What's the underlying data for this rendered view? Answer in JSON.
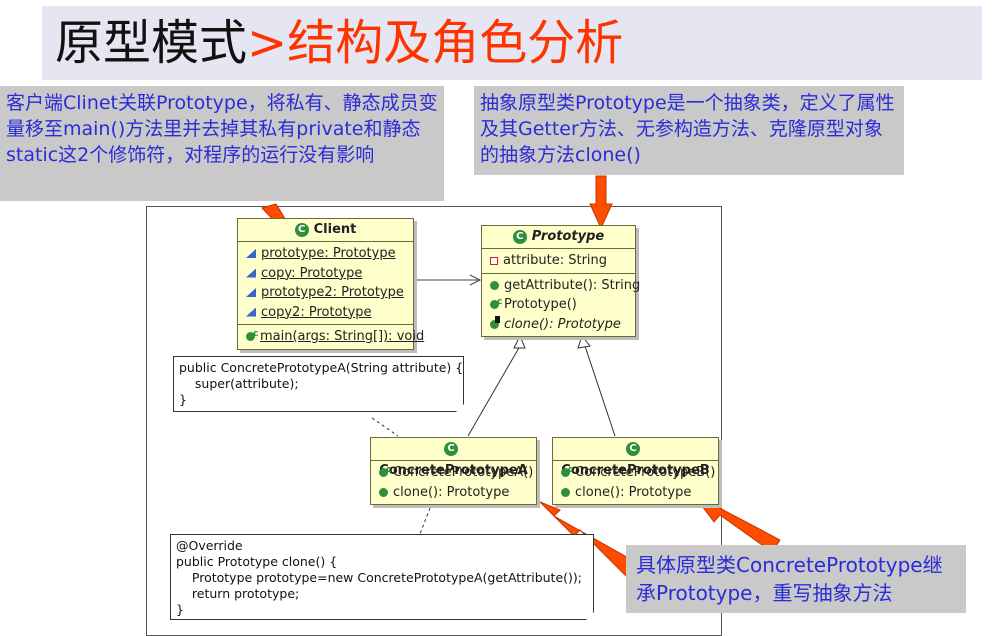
{
  "title": {
    "part1": "原型模式",
    "part2": ">结构及角色分析"
  },
  "callouts": {
    "left": "客户端Clinet关联Prototype，将私有、静态成员变量移至main()方法里并去掉其私有private和静态static这2个修饰符，对程序的运行没有影响",
    "top": "抽象原型类Prototype是一个抽象类，定义了属性及其Getter方法、无参构造方法、克隆原型对象的抽象方法clone()",
    "bottom": "具体原型类ConcretePrototype继承Prototype，重写抽象方法"
  },
  "classes": {
    "client": {
      "name": "Client",
      "fields": [
        "prototype: Prototype",
        "copy: Prototype",
        "prototype2: Prototype",
        "copy2: Prototype"
      ],
      "method": "main(args: String[]): void"
    },
    "prototype": {
      "name": "Prototype",
      "field": "attribute: String",
      "methods": [
        "getAttribute(): String",
        "Prototype()",
        "clone(): Prototype"
      ]
    },
    "concreteA": {
      "name": "ConcretePrototypeA",
      "methods": [
        "ConcretePrototypeA()",
        "clone(): Prototype"
      ]
    },
    "concreteB": {
      "name": "ConcretePrototypeB",
      "methods": [
        "ConcretePrototypeB()",
        "clone(): Prototype"
      ]
    }
  },
  "notes": {
    "ctor": "public ConcretePrototypeA(String attribute) {\n    super(attribute);\n}",
    "clone": "@Override\npublic Prototype clone() {\n    Prototype prototype=new ConcretePrototypeA(getAttribute());\n    return prototype;\n}"
  },
  "colors": {
    "accent": "#ff3300",
    "callout_text": "#2b2bd8",
    "class_fill": "#ffffcc"
  }
}
